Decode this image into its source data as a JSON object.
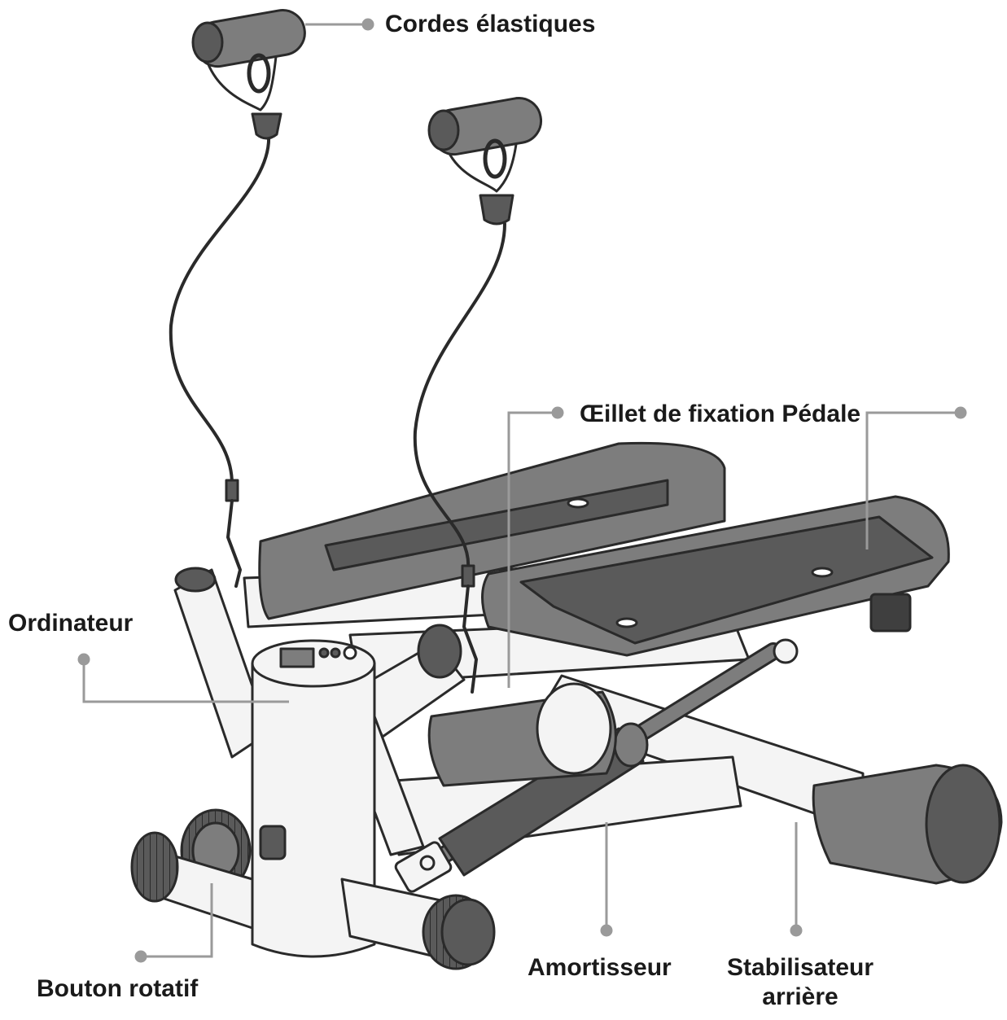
{
  "labels": {
    "cordes": "Cordes élastiques",
    "oeillet": "Œillet de fixation Pédale",
    "ordinateur": "Ordinateur",
    "bouton": "Bouton rotatif",
    "amortisseur": "Amortisseur",
    "stabilisateur_line1": "Stabilisateur",
    "stabilisateur_line2": "arrière"
  },
  "colors": {
    "outline": "#2a2a2a",
    "dark_part": "#5a5a5a",
    "mid_part": "#7d7d7d",
    "light_part": "#f4f4f4",
    "leader_line": "#9a9a9a"
  }
}
